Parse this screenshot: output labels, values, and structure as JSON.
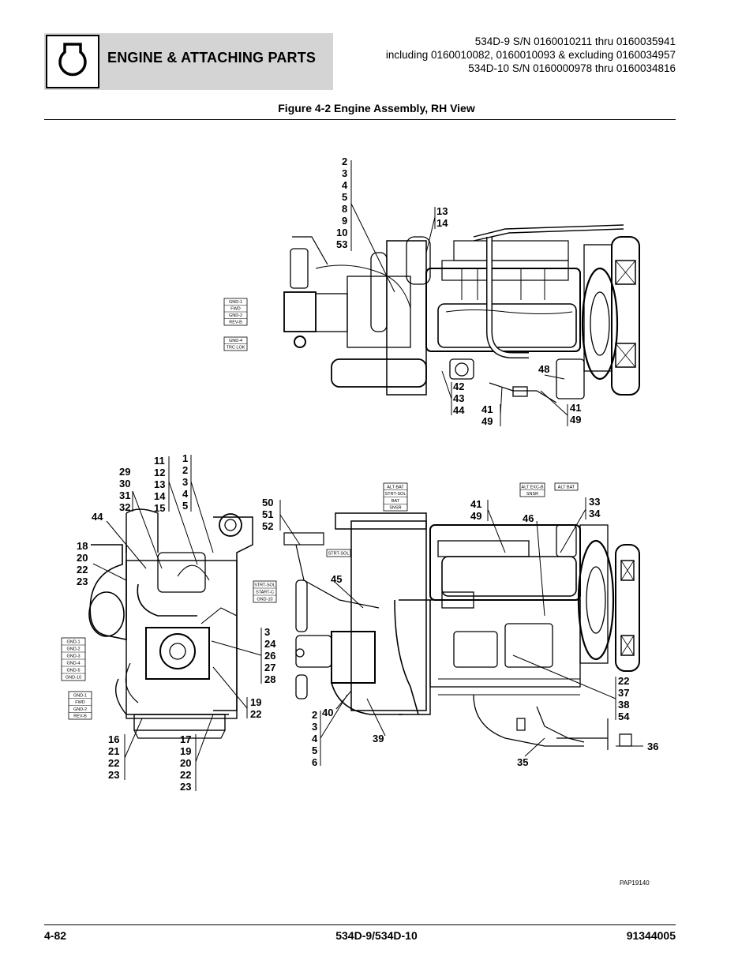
{
  "header": {
    "section_title": "ENGINE & ATTACHING PARTS",
    "serial_lines": [
      "534D-9 S/N 0160010211 thru 0160035941",
      "including 0160010082, 0160010093 & excluding 0160034957",
      "534D-10 S/N 0160000978 thru 0160034816"
    ]
  },
  "figure_title": "Figure 4-2 Engine Assembly, RH View",
  "callouts": {
    "top_2to53": [
      "2",
      "3",
      "4",
      "5",
      "8",
      "9",
      "10",
      "53"
    ],
    "top_13_14": [
      "13",
      "14"
    ],
    "top_42_44": [
      "42",
      "43",
      "44"
    ],
    "top_41_49a": [
      "41",
      "49"
    ],
    "top_48": "48",
    "top_41_49b": [
      "41",
      "49"
    ],
    "bl_29_32": [
      "29",
      "30",
      "31",
      "32"
    ],
    "bl_11_15": [
      "11",
      "12",
      "13",
      "14",
      "15"
    ],
    "bl_1_5": [
      "1",
      "2",
      "3",
      "4",
      "5"
    ],
    "bl_44": "44",
    "bl_18_23": [
      "18",
      "20",
      "22",
      "23"
    ],
    "bl_3_28": [
      "3",
      "24",
      "26",
      "27",
      "28"
    ],
    "bl_19_22": [
      "19",
      "22"
    ],
    "bl_16_23": [
      "16",
      "21",
      "22",
      "23"
    ],
    "bl_17_23": [
      "17",
      "19",
      "20",
      "22",
      "23"
    ],
    "br_50_52": [
      "50",
      "51",
      "52"
    ],
    "br_45": "45",
    "br_41_49": [
      "41",
      "49"
    ],
    "br_46": "46",
    "br_33_34": [
      "33",
      "34"
    ],
    "br_22_54": [
      "22",
      "37",
      "38",
      "54"
    ],
    "br_36": "36",
    "br_35": "35",
    "br_39": "39",
    "br_40": "40",
    "br_2_6": [
      "2",
      "3",
      "4",
      "5",
      "6"
    ]
  },
  "wire_tags": {
    "top_tag_a": [
      "GND-1",
      "FWD",
      "GND-2",
      "REV-B"
    ],
    "top_tag_b": [
      "GND-4",
      "TRC LOK"
    ],
    "bl_tag_a": [
      "GND-1",
      "GND-2",
      "GND-3",
      "GND-4",
      "GND-5",
      "GND-10"
    ],
    "bl_tag_b": [
      "GND-1",
      "FWD",
      "GND-2",
      "REV-B"
    ],
    "bl_tag_c": [
      "STRT-SOL",
      "START-C",
      "GND-10"
    ],
    "br_tag_strt": [
      "STRT-SOL"
    ],
    "br_tag_alt": [
      "ALT BAT",
      "STRT-SOL",
      "BAT",
      "SNSR"
    ],
    "br_tag_exc": [
      "ALT EXC-B",
      "SNSR"
    ],
    "br_tag_altbat": [
      "ALT BAT"
    ]
  },
  "drawing_id": "PAP19140",
  "footer": {
    "page": "4-82",
    "model": "534D-9/534D-10",
    "doc_number": "91344005"
  }
}
